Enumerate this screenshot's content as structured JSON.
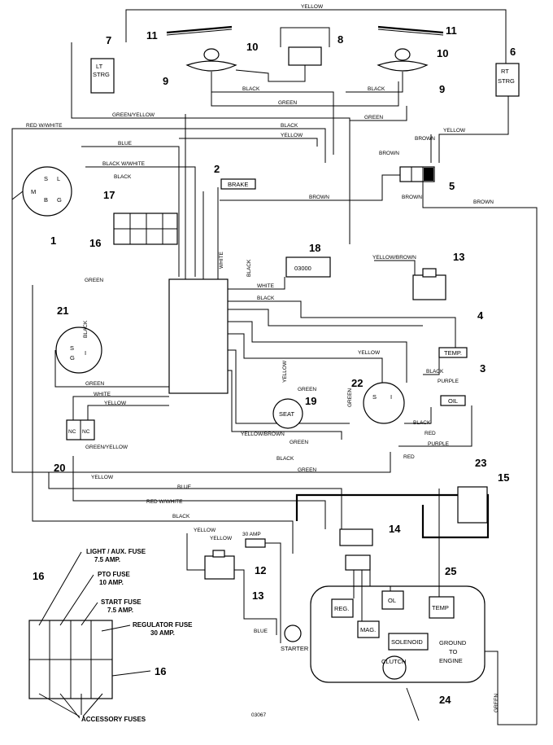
{
  "diagram_id": "03067",
  "callouts": [
    "1",
    "2",
    "3",
    "4",
    "5",
    "6",
    "7",
    "8",
    "9",
    "9",
    "10",
    "10",
    "11",
    "11",
    "12",
    "13",
    "13",
    "14",
    "15",
    "16",
    "16",
    "16",
    "17",
    "18",
    "19",
    "20",
    "21",
    "22",
    "23",
    "24",
    "25"
  ],
  "wires": {
    "yellow": "YELLOW",
    "black": "BLACK",
    "green": "GREEN",
    "green_yellow": "GREEN/YELLOW",
    "red_white": "RED W/WHITE",
    "red_white2": "RED W/WHITE",
    "blue": "BLUE",
    "black_white": "BLACK W/WHITE",
    "brown": "BROWN",
    "white": "WHITE",
    "yellow_brown": "YELLOW/BROWN",
    "purple": "PURPLE",
    "red": "RED"
  },
  "components": {
    "lt_strg": [
      "LT",
      "STRG"
    ],
    "rt_strg": [
      "RT",
      "STRG"
    ],
    "brake": "BRAKE",
    "temp": "TEMP.",
    "oil": "OIL",
    "seat": "SEAT",
    "starter": "STARTER",
    "reg": "REG.",
    "mag": "MAG.",
    "ol": "OL",
    "temp2": "TEMP",
    "solenoid": "SOLENOID",
    "clutch": "CLUTCH",
    "ground": [
      "GROUND",
      "TO",
      "ENGINE"
    ],
    "amp30": "30 AMP",
    "hourmeter": "03000",
    "ignition": [
      "S",
      "L",
      "M",
      "B",
      "G"
    ],
    "nc": "NC",
    "relay_pins": [
      "S",
      "G",
      "I"
    ]
  },
  "fuse_labels": {
    "light": "LIGHT / AUX. FUSE",
    "light_amp": "7.5 AMP.",
    "pto": "PTO FUSE",
    "pto_amp": "10 AMP.",
    "start": "START FUSE",
    "start_amp": "7.5 AMP.",
    "regulator": "REGULATOR FUSE",
    "regulator_amp": "30 AMP.",
    "accessory": "ACCESSORY FUSES"
  }
}
